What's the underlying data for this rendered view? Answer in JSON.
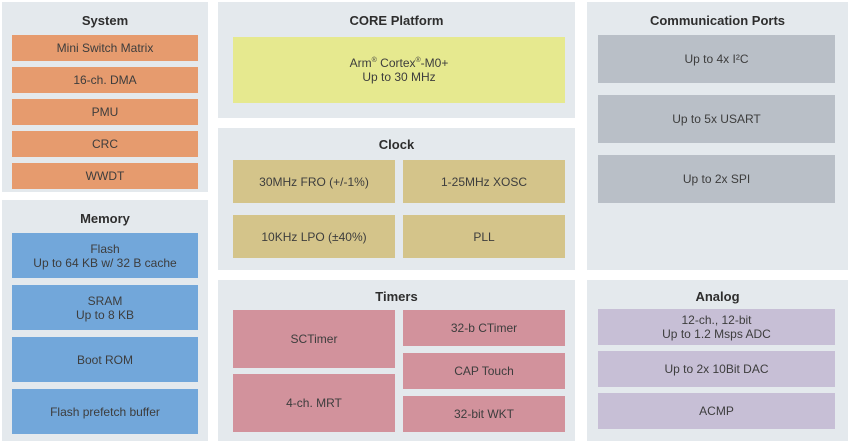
{
  "colors": {
    "page_bg": "#ffffff",
    "panel_bg": "#e4e9ed",
    "system_block": "#e69b6e",
    "memory_block": "#72a7da",
    "core_block": "#e6e98f",
    "clock_block": "#d4c48a",
    "timers_block": "#d2929c",
    "comm_block": "#b9bfc7",
    "analog_block": "#c7bfd6",
    "header_text": "#2e2e2e",
    "block_text": "#3d3d3d"
  },
  "panels": {
    "system": {
      "title": "System",
      "blocks": [
        "Mini Switch Matrix",
        "16-ch. DMA",
        "PMU",
        "CRC",
        "WWDT"
      ]
    },
    "memory": {
      "title": "Memory",
      "blocks": [
        {
          "line1": "Flash",
          "line2": "Up to 64 KB w/ 32 B cache"
        },
        {
          "line1": "SRAM",
          "line2": "Up to 8 KB"
        },
        {
          "line1": "Boot ROM",
          "line2": ""
        },
        {
          "line1": "Flash prefetch buffer",
          "line2": ""
        }
      ]
    },
    "core_platform": {
      "title": "CORE Platform",
      "cpu": {
        "parts": [
          "Arm",
          "®",
          " Cortex",
          "®",
          "-M0+"
        ],
        "line2": "Up to 30 MHz"
      }
    },
    "clock": {
      "title": "Clock",
      "blocks": [
        "30MHz FRO (+/-1%)",
        "1-25MHz XOSC",
        "10KHz LPO (±40%)",
        "PLL"
      ]
    },
    "timers": {
      "title": "Timers",
      "left_blocks": [
        "SCTimer",
        "4-ch. MRT"
      ],
      "right_blocks": [
        "32-b CTimer",
        "CAP Touch",
        "32-bit WKT"
      ]
    },
    "communication": {
      "title": "Communication Ports",
      "blocks": [
        "Up to 4x I²C",
        "Up to 5x USART",
        "Up to 2x SPI"
      ]
    },
    "analog": {
      "title": "Analog",
      "blocks": [
        {
          "line1": "12-ch., 12-bit",
          "line2": "Up to 1.2 Msps ADC"
        },
        {
          "line1": "Up to 2x 10Bit DAC",
          "line2": ""
        },
        {
          "line1": "ACMP",
          "line2": ""
        }
      ]
    }
  }
}
